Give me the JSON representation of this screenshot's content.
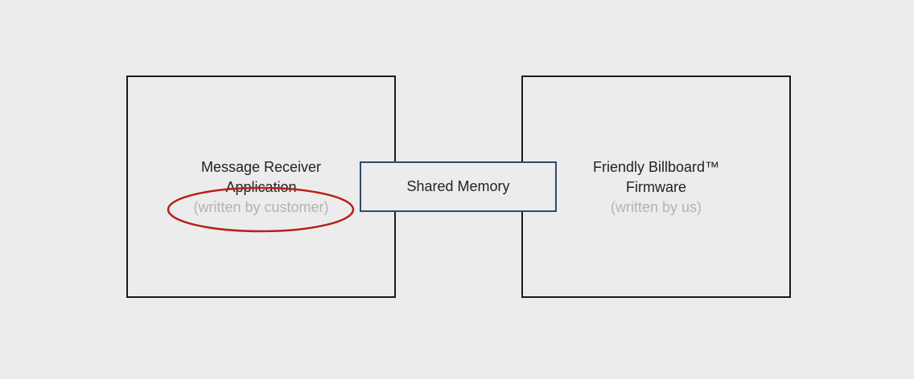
{
  "left_box": {
    "title_line1": "Message Receiver",
    "title_line2": "Application",
    "subtitle": "(written by customer)"
  },
  "right_box": {
    "title_line1": "Friendly Billboard™",
    "title_line2": "Firmware",
    "subtitle": "(written by us)"
  },
  "shared_memory": {
    "label": "Shared Memory"
  },
  "colors": {
    "background": "#ececec",
    "box_border": "#1a1a1a",
    "shared_border": "#2f4a6e",
    "subtitle_text": "#b3b3b3",
    "highlight": "#b5211b"
  }
}
